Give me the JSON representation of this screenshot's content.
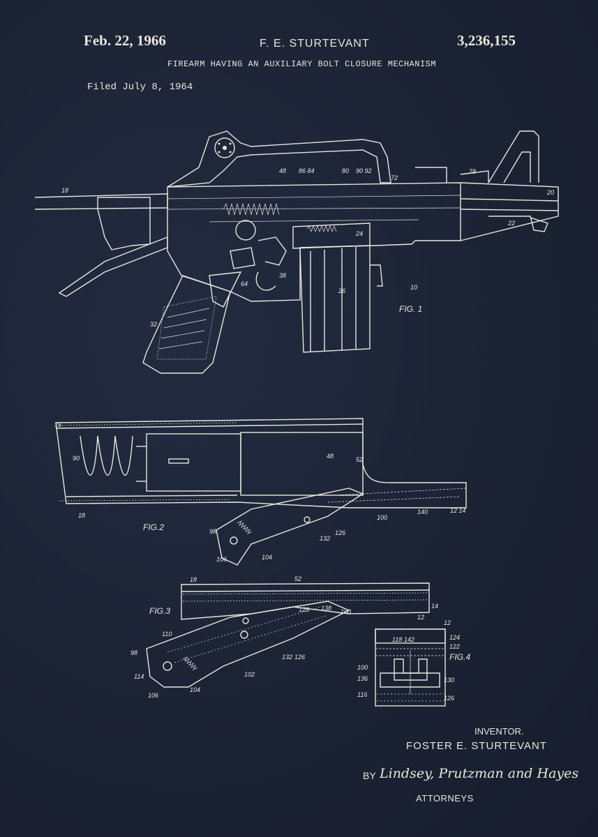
{
  "header": {
    "date": "Feb. 22, 1966",
    "inventor": "F. E. STURTEVANT",
    "patent_number": "3,236,155",
    "title": "FIREARM HAVING AN AUXILIARY BOLT CLOSURE MECHANISM",
    "filed": "Filed July 8, 1964"
  },
  "figures": {
    "fig1": "FIG. 1",
    "fig2": "FIG.2",
    "fig3": "FIG.3",
    "fig4": "FIG.4"
  },
  "signature": {
    "inventor_label": "INVENTOR.",
    "inventor_name": "FOSTER  E. STURTEVANT",
    "by": "BY",
    "attorneys_name": "Lindsey, Prutzman and Hayes",
    "attorneys_label": "ATTORNEYS"
  },
  "colors": {
    "background": "#1c2436",
    "ink": "#e9e6dc"
  }
}
